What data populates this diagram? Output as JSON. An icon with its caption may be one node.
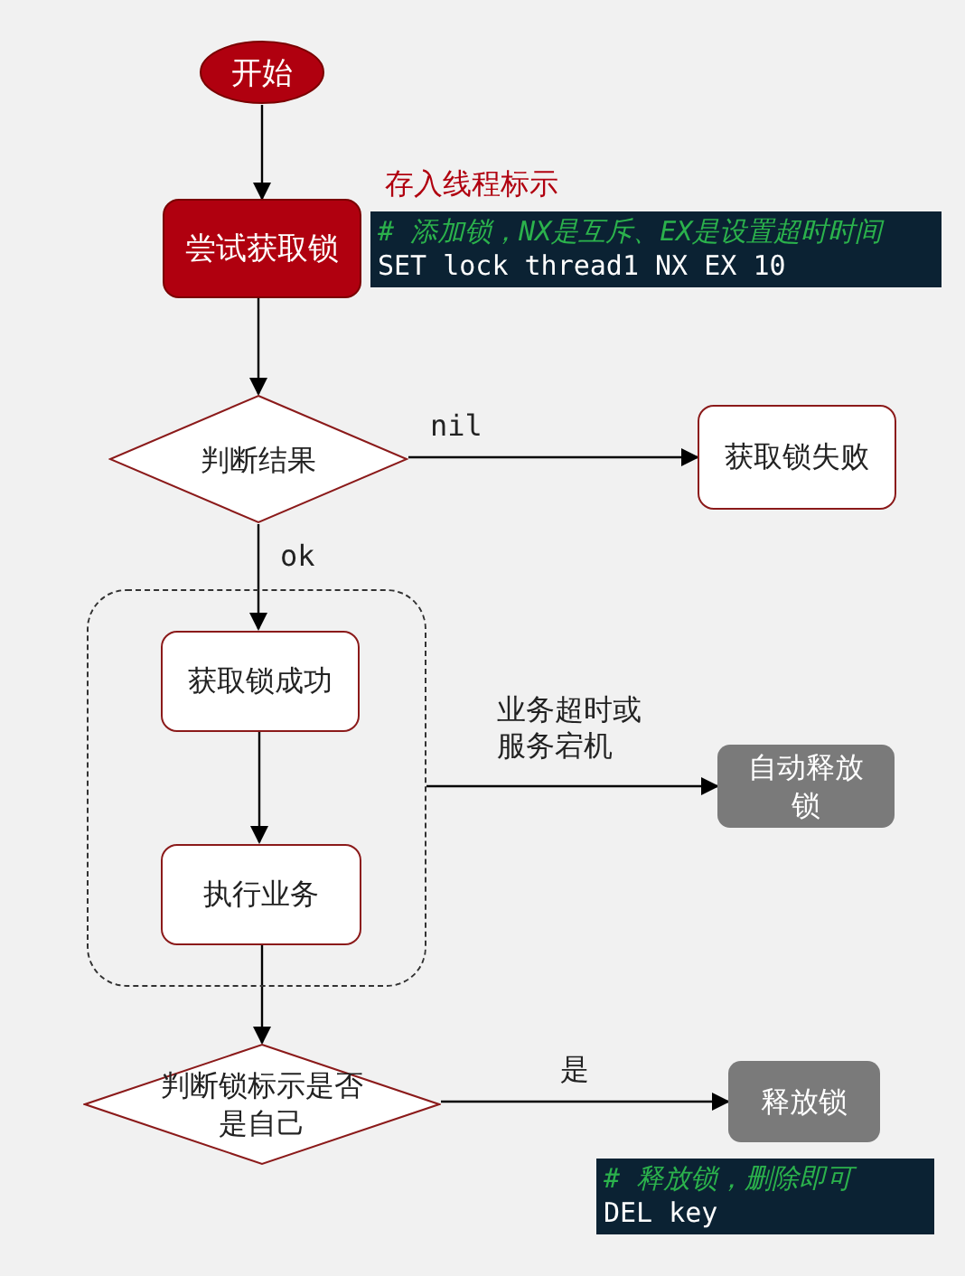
{
  "diagram": {
    "nodes": [
      {
        "text": [
          "开始"
        ]
      },
      {
        "text": [
          "尝试获取锁"
        ]
      },
      {
        "text": [
          "判断结果"
        ]
      },
      {
        "text": [
          "获取锁失败"
        ]
      },
      {
        "text": [],
        "shape": "box"
      },
      {
        "text": [
          "获取锁成功"
        ],
        "in": 4
      },
      {
        "text": [
          "执行业务"
        ],
        "in": 4
      },
      {
        "text": [
          "自动释放锁"
        ]
      },
      {
        "text": [
          "判断锁标示是否是自己"
        ]
      },
      {
        "text": [
          "释放锁"
        ]
      }
    ],
    "edges": [
      {
        "from": 0,
        "to": 1,
        "arrow": "to"
      },
      {
        "from": 1,
        "to": 2,
        "arrow": "to"
      },
      {
        "from": 2,
        "to": 3,
        "arrow": "to",
        "label": "nil"
      },
      {
        "from": 2,
        "to": 5,
        "arrow": "to",
        "label": "ok"
      },
      {
        "from": 5,
        "to": 6,
        "arrow": "to"
      },
      {
        "from": 6,
        "to": 8,
        "arrow": "to"
      },
      {
        "from": 4,
        "to": 7,
        "arrow": "to",
        "label": "业务超时或服务宕机"
      },
      {
        "from": 8,
        "to": 9,
        "arrow": "to",
        "label": "是"
      }
    ],
    "labels": [
      "存入线程标示",
      "# 添加锁，NX是互斥、EX是设置超时时间",
      "SET lock thread1 NX EX 10",
      "# 释放锁，删除即可",
      "DEL key"
    ]
  }
}
